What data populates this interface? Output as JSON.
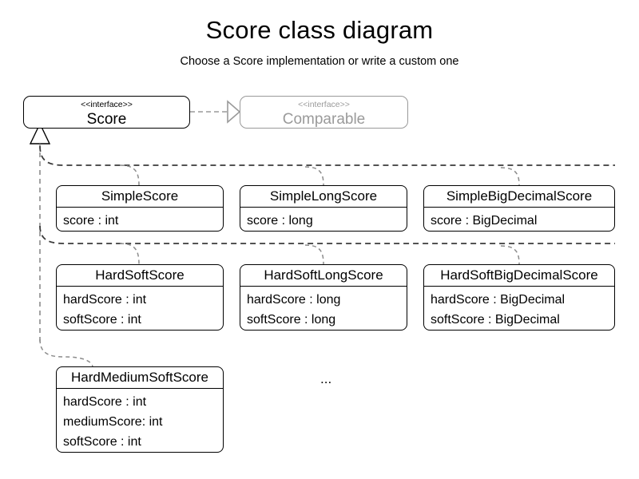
{
  "header": {
    "title": "Score class diagram",
    "subtitle": "Choose a Score implementation or write a custom one"
  },
  "colors": {
    "stroke": "#000000",
    "muted_stroke": "#9a9a9a",
    "connector": "#8c8c8c",
    "background": "#ffffff"
  },
  "interfaces": [
    {
      "stereotype": "<<interface>>",
      "name": "Score",
      "style": "solid"
    },
    {
      "stereotype": "<<interface>>",
      "name": "Comparable",
      "style": "muted"
    }
  ],
  "classes": [
    {
      "name": "SimpleScore",
      "attributes": [
        "score : int"
      ]
    },
    {
      "name": "SimpleLongScore",
      "attributes": [
        "score : long"
      ]
    },
    {
      "name": "SimpleBigDecimalScore",
      "attributes": [
        "score : BigDecimal"
      ]
    },
    {
      "name": "HardSoftScore",
      "attributes": [
        "hardScore : int",
        "softScore : int"
      ]
    },
    {
      "name": "HardSoftLongScore",
      "attributes": [
        "hardScore : long",
        "softScore : long"
      ]
    },
    {
      "name": "HardSoftBigDecimalScore",
      "attributes": [
        "hardScore : BigDecimal",
        "softScore : BigDecimal"
      ]
    },
    {
      "name": "HardMediumSoftScore",
      "attributes": [
        "hardScore : int",
        "mediumScore: int",
        "softScore : int"
      ]
    }
  ],
  "more_indicator": "...",
  "relationships": {
    "realization": {
      "from": "Score",
      "to": "Comparable",
      "style": "dashed-hollow-triangle"
    },
    "generalization": {
      "to": "Score",
      "from": [
        "SimpleScore",
        "SimpleLongScore",
        "SimpleBigDecimalScore",
        "HardSoftScore",
        "HardSoftLongScore",
        "HardSoftBigDecimalScore",
        "HardMediumSoftScore"
      ],
      "style": "dashed-hollow-triangle"
    }
  }
}
